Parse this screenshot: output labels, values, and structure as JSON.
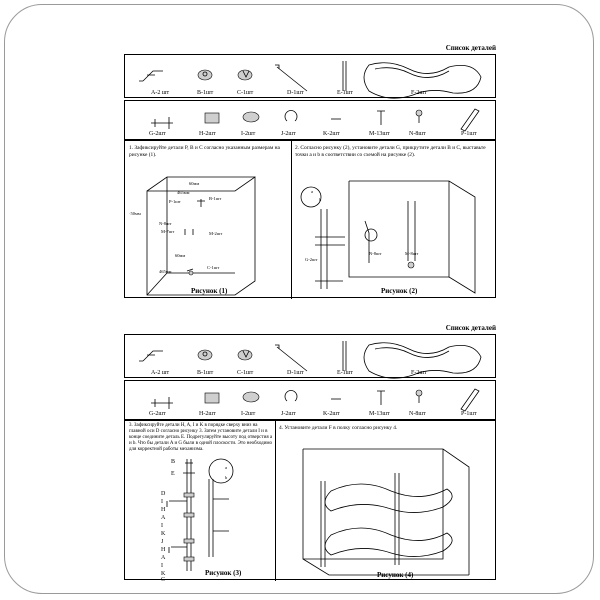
{
  "sheets": [
    {
      "title": "Список деталей",
      "parts_row1": [
        "A-2 шт",
        "B-1шт",
        "C-1шт",
        "D-1шт",
        "E-1шт",
        "F-2шт"
      ],
      "parts_row2": [
        "G-2шт",
        "H-2шт",
        "I-2шт",
        "J-2шт",
        "K-2шт",
        "M-13шт",
        "N-8шт",
        "P-1шт"
      ],
      "step_left": "1. Зафиксируйте детали P, B и C согласно указанным размерам на рисунке (1).",
      "step_right": "2. Согласно рисунку (2), установите детали G, прикрутите детали B и C, выставьте точки a и b в соответствии со схемой на рисунке (2).",
      "fig_left": "Рисунок (1)",
      "fig_right": "Рисунок (2)",
      "fig1_labels": {
        "d60a": "60мм",
        "b1": "B-1шт",
        "p1": "P-1шт",
        "w1": "465мм",
        "h1": "·50мм",
        "n": "N-8шт",
        "m1": "M-7шт",
        "m2": "M-2шт",
        "d60b": "60мм",
        "c1": "C-1шт",
        "w2": "465мм"
      },
      "fig2_labels": {
        "a": "a",
        "b": "b",
        "g": "G-2шт",
        "n": "N-8шт",
        "m": "M-8шт"
      }
    },
    {
      "title": "Список деталей",
      "parts_row1": [
        "A-2 шт",
        "B-1шт",
        "C-1шт",
        "D-1шт",
        "E-1шт",
        "F-2шт"
      ],
      "parts_row2": [
        "G-2шт",
        "H-2шт",
        "I-2шт",
        "J-2шт",
        "K-2шт",
        "M-13шт",
        "N-8шт",
        "P-1шт"
      ],
      "step_left": "3. Зафиксируйте детали H, A, I и K в порядке сверху вниз на главной оси D согласно рисунку 3. Затем установите детали I и в конце соедините деталь E. Подрегулируйте высоту под отверстия a и b. Что бы детали A и G были в одной плоскости. Это необходимо для корректной работы механизма.",
      "step_right": "4. Установите детали F в полку согласно рисунку 4.",
      "fig_left": "Рисунок (3)",
      "fig_right": "Рисунок (4)",
      "fig3_labels": [
        "B",
        "E",
        "D",
        "I",
        "H",
        "A",
        "I",
        "K",
        "J",
        "H",
        "A",
        "I",
        "K",
        "C"
      ],
      "fig3_ab": {
        "a": "a",
        "b": "b"
      }
    }
  ]
}
